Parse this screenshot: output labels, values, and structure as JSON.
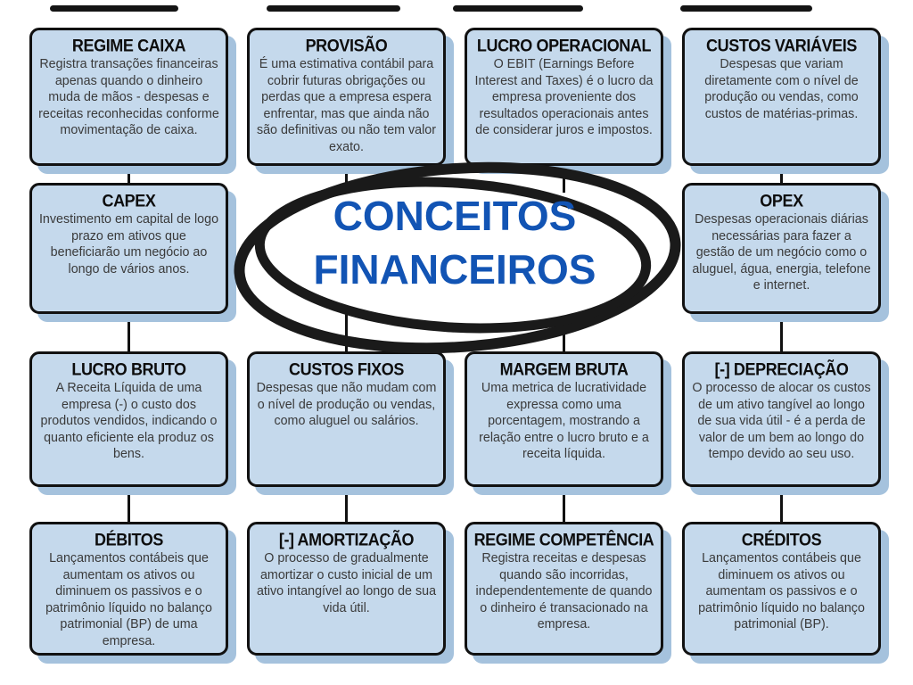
{
  "center": {
    "line1": "CONCEITOS",
    "line2": "FINANCEIROS",
    "text_color": "#1254b4",
    "circle_color": "#1a1a1a"
  },
  "card_style": {
    "bg": "#c5d9ec",
    "border": "#111111",
    "shadow": "#a5c2dd",
    "title_color": "#0d0d0d",
    "body_color": "#3a3a3a"
  },
  "cards": [
    {
      "id": "regime-caixa",
      "col": 0,
      "row": 0,
      "title": "REGIME CAIXA",
      "body": "Registra transações financeiras apenas quando o dinheiro muda de mãos - despesas e receitas reconhecidas conforme movimentação de caixa."
    },
    {
      "id": "provisao",
      "col": 1,
      "row": 0,
      "title": "PROVISÃO",
      "body": "É uma estimativa contábil para cobrir futuras obrigações ou perdas que a empresa espera enfrentar, mas que ainda não são definitivas ou não tem valor exato."
    },
    {
      "id": "lucro-operacional",
      "col": 2,
      "row": 0,
      "title": "LUCRO OPERACIONAL",
      "body": "O EBIT (Earnings Before Interest and Taxes) é o lucro da empresa proveniente dos resultados operacionais antes de considerar juros e impostos."
    },
    {
      "id": "custos-variaveis",
      "col": 3,
      "row": 0,
      "title": "CUSTOS VARIÁVEIS",
      "body": "Despesas que variam diretamente com o nível de produção ou vendas, como custos de matérias-primas."
    },
    {
      "id": "capex",
      "col": 0,
      "row": 1,
      "title": "CAPEX",
      "body": "Investimento em capital de logo prazo em ativos que beneficiarão um negócio ao longo de vários anos."
    },
    {
      "id": "opex",
      "col": 3,
      "row": 1,
      "title": "OPEX",
      "body": "Despesas operacionais diárias necessárias para fazer a gestão de um negócio como o aluguel, água, energia, telefone e internet."
    },
    {
      "id": "lucro-bruto",
      "col": 0,
      "row": 2,
      "title": "LUCRO BRUTO",
      "body": "A Receita Líquida de uma empresa (-) o custo dos produtos vendidos, indicando o quanto eficiente ela produz os bens."
    },
    {
      "id": "custos-fixos",
      "col": 1,
      "row": 2,
      "title": "CUSTOS FIXOS",
      "body": "Despesas que não mudam com o nível de produção ou vendas, como aluguel ou salários."
    },
    {
      "id": "margem-bruta",
      "col": 2,
      "row": 2,
      "title": "MARGEM BRUTA",
      "body": "Uma metrica de lucratividade expressa como uma porcentagem, mostrando a relação entre o lucro bruto e a receita líquida."
    },
    {
      "id": "depreciacao",
      "col": 3,
      "row": 2,
      "title": "[-] DEPRECIAÇÃO",
      "body": "O processo de alocar os custos de um ativo tangível ao longo de sua vida útil - é a perda de valor de um bem ao longo do tempo devido ao seu uso."
    },
    {
      "id": "debitos",
      "col": 0,
      "row": 3,
      "title": "DÉBITOS",
      "body": "Lançamentos contábeis que aumentam os ativos ou diminuem os passivos e o patrimônio líquido no balanço patrimonial (BP) de uma empresa."
    },
    {
      "id": "amortizacao",
      "col": 1,
      "row": 3,
      "title": "[-] AMORTIZAÇÃO",
      "body": "O processo de gradualmente amortizar o custo inicial de um ativo intangível ao longo de sua vida útil."
    },
    {
      "id": "regime-competencia",
      "col": 2,
      "row": 3,
      "title": "REGIME COMPETÊNCIA",
      "body": "Registra receitas e despesas quando são incorridas, independentemente de quando o dinheiro é transacionado na empresa."
    },
    {
      "id": "creditos",
      "col": 3,
      "row": 3,
      "title": "CRÉDITOS",
      "body": "Lançamentos contábeis que diminuem os ativos ou aumentam os passivos e o patrimônio líquido no balanço patrimonial (BP)."
    }
  ]
}
